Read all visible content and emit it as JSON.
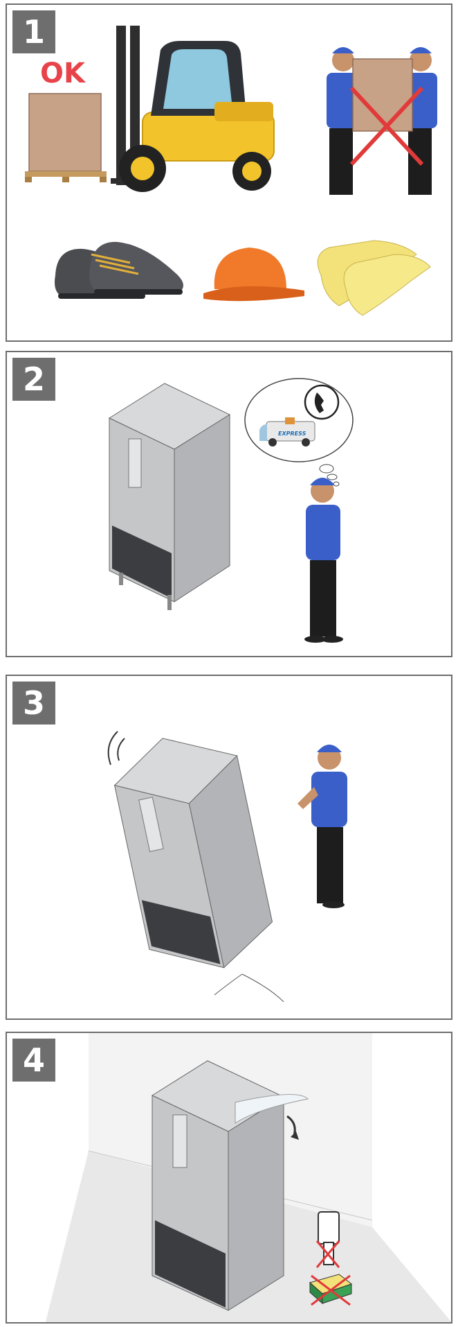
{
  "steps": [
    {
      "number": "1",
      "label": "OK"
    },
    {
      "number": "2",
      "van_text": "EXPRESS"
    },
    {
      "number": "3"
    },
    {
      "number": "4"
    }
  ],
  "colors": {
    "border": "#6d6d6d",
    "badge": "#6e6e6e",
    "ok_red": "#e8434a",
    "forklift_yellow": "#f2c32a",
    "worker_blue": "#3a5fc8",
    "helmet_orange": "#f07a2a",
    "glove_yellow": "#f3e27a",
    "steel": "#c9cbcd"
  },
  "icons": [
    "forklift-icon",
    "pallet-box-icon",
    "workers-lifting-icon",
    "safety-shoes-icon",
    "hard-hat-icon",
    "work-gloves-icon",
    "cabinet-icon",
    "delivery-van-icon",
    "phone-icon",
    "worker-icon",
    "scraper-icon",
    "sponge-icon"
  ]
}
